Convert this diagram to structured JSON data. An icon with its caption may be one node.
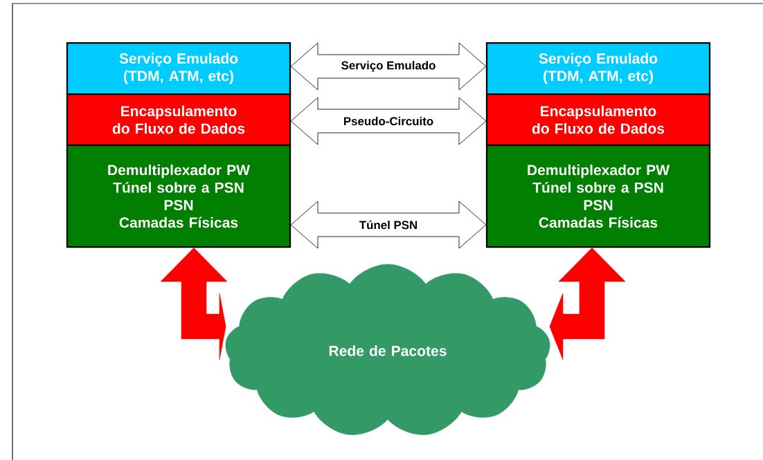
{
  "diagram": {
    "nodes": [
      {
        "text": [
          "Serviço Emulado (TDM, ATM, etc)"
        ]
      },
      {
        "text": [
          "Encapsulamento do Fluxo de Dados"
        ]
      },
      {
        "text": [
          "Demultiplexador PW",
          "Túnel sobre a PSN",
          "PSN",
          "Camadas Físicas"
        ]
      },
      {
        "text": [
          "Serviço Emulado (TDM, ATM, etc)"
        ]
      },
      {
        "text": [
          "Encapsulamento do Fluxo de Dados"
        ]
      },
      {
        "text": [
          "Demultiplexador PW",
          "Túnel sobre a PSN",
          "PSN",
          "Camadas Físicas"
        ]
      },
      {
        "text": [
          "Rede de Pacotes"
        ]
      }
    ],
    "edges": [
      {
        "from": 0,
        "to": 3,
        "arrow": "both",
        "label": "Serviço Emulado"
      },
      {
        "from": 1,
        "to": 4,
        "arrow": "both",
        "label": "Pseudo-Circuito"
      },
      {
        "from": 2,
        "to": 5,
        "arrow": "both",
        "label": "Túnel PSN"
      },
      {
        "from": 6,
        "to": 2,
        "arrow": "both",
        "style": "thick",
        "color": "#ff0000"
      },
      {
        "from": 6,
        "to": 5,
        "arrow": "both",
        "style": "thick",
        "color": "#ff0000"
      }
    ]
  }
}
